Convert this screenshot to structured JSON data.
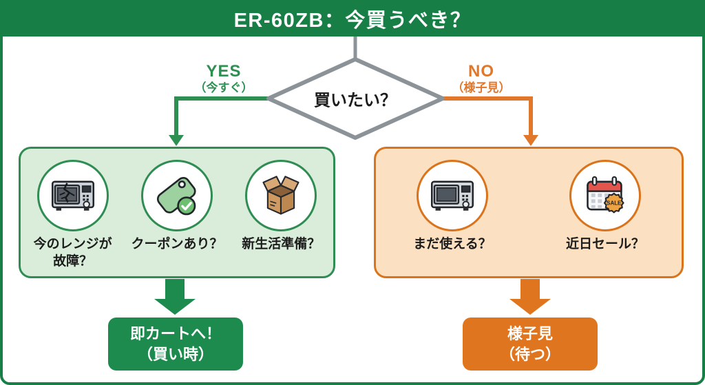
{
  "title": "ER-60ZB：今買うべき？",
  "decision": {
    "question": "買いたい？"
  },
  "branch_yes": {
    "label": "YES",
    "sublabel": "（今すぐ）"
  },
  "branch_no": {
    "label": "NO",
    "sublabel": "（様子見）"
  },
  "yes_box": {
    "items": [
      {
        "icon": "broken-microwave-icon",
        "label": "今のレンジが故障？"
      },
      {
        "icon": "coupon-check-icon",
        "label": "クーポンあり？"
      },
      {
        "icon": "moving-box-icon",
        "label": "新生活準備？"
      }
    ]
  },
  "no_box": {
    "items": [
      {
        "icon": "microwave-icon",
        "label": "まだ使える？"
      },
      {
        "icon": "sale-calendar-icon",
        "label": "近日セール？",
        "badge": "SALE"
      }
    ]
  },
  "result_yes": {
    "line1": "即カートへ！",
    "line2": "（買い時）"
  },
  "result_no": {
    "line1": "様子見",
    "line2": "（待つ）"
  },
  "colors": {
    "brand_green": "#177E45",
    "accent_green": "#2E8F52",
    "light_green_fill": "#D9EDDA",
    "result_green": "#1D8A4E",
    "brand_orange": "#E0772B",
    "light_orange_fill": "#FBE0C2",
    "result_orange": "#E0751F",
    "diamond_gray": "#8B9298"
  }
}
